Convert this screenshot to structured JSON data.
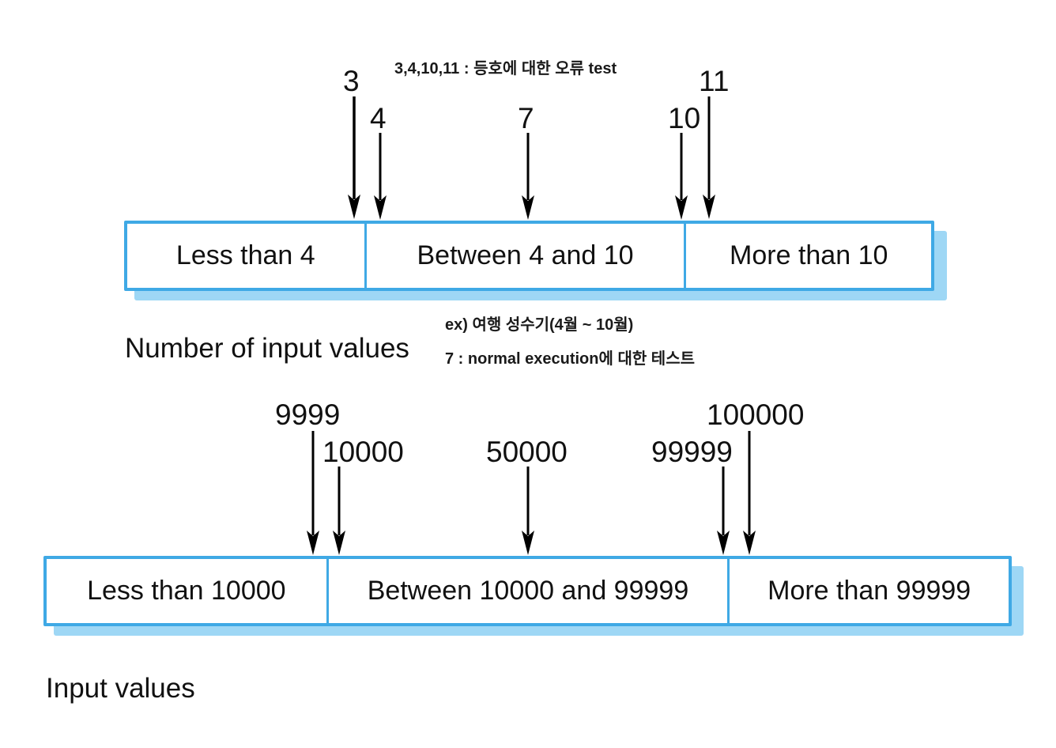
{
  "diagram": {
    "title_note_top": "3,4,10,11 : 등호에 대한 오류 test",
    "note_ex": "ex) 여행 성수기(4월 ~ 10월)",
    "note_normal": "7 : normal execution에 대한 테스트",
    "caption_top": "Number of input values",
    "caption_bottom": "Input values",
    "colors": {
      "border": "#3FA9E5",
      "shadow": "#9ED7F5",
      "text": "#111111",
      "background": "#FFFFFF"
    }
  },
  "top_partition": {
    "cells": [
      {
        "label": "Less than 4"
      },
      {
        "label": "Between 4 and 10"
      },
      {
        "label": "More than 10"
      }
    ],
    "test_values": [
      {
        "value": "3"
      },
      {
        "value": "4"
      },
      {
        "value": "7"
      },
      {
        "value": "10"
      },
      {
        "value": "11"
      }
    ]
  },
  "bottom_partition": {
    "cells": [
      {
        "label": "Less than 10000"
      },
      {
        "label": "Between 10000 and 99999"
      },
      {
        "label": "More than 99999"
      }
    ],
    "test_values": [
      {
        "value": "9999"
      },
      {
        "value": "10000"
      },
      {
        "value": "50000"
      },
      {
        "value": "99999"
      },
      {
        "value": "100000"
      }
    ]
  }
}
